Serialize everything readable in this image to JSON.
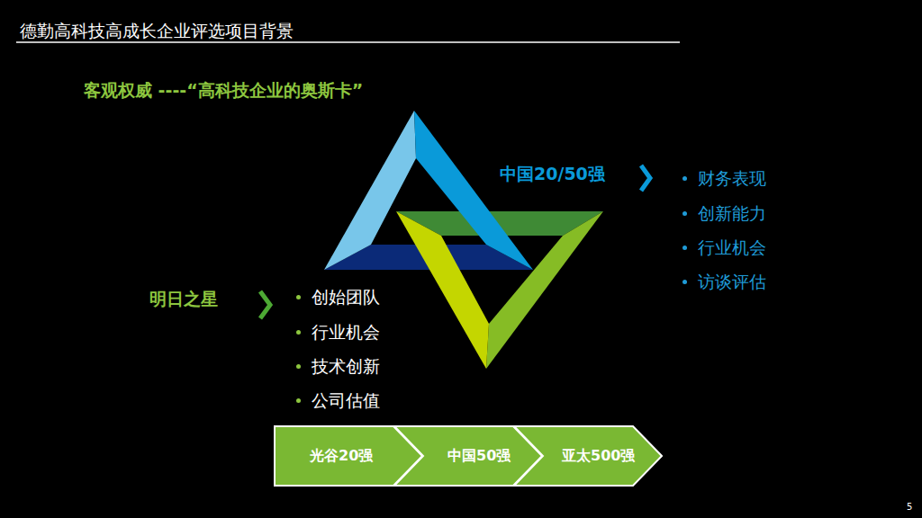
{
  "diagram": {
    "title": "德勤高科技高成长企业评选项目背景",
    "nodes": [
      {
        "text": [
          "光谷20强"
        ]
      },
      {
        "text": [
          "中国50强"
        ]
      },
      {
        "text": [
          "亚太500强"
        ]
      }
    ],
    "labels": [
      "客观权威 ----“高科技企业的奥斯卡”",
      "中国20/50强",
      "财务表现",
      "创新能力",
      "行业机会",
      "访谈评估",
      "明日之星",
      "创始团队",
      "行业机会",
      "技术创新",
      "公司估值",
      "5"
    ]
  }
}
